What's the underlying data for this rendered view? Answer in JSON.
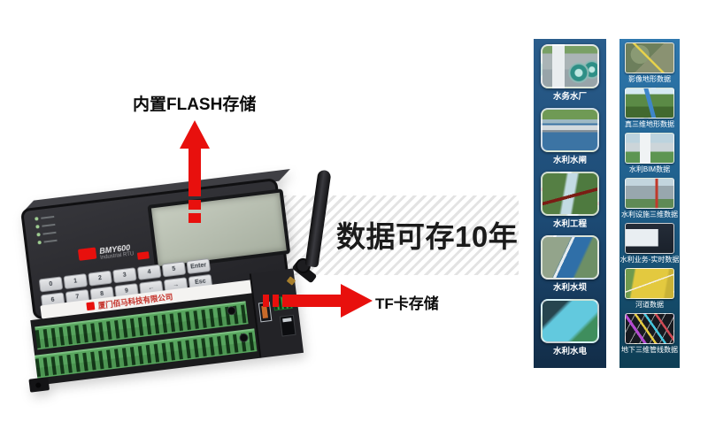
{
  "annotations": {
    "flash_label": "内置FLASH存储",
    "tf_label": "TF卡存储",
    "banner": "数据可存10年"
  },
  "device": {
    "model": "BMY600",
    "type_label": "Industrial RTU",
    "company": "厦门佰马科技有限公司",
    "keypad_row1": [
      "0",
      "1",
      "2",
      "3",
      "4",
      "5",
      "Enter"
    ],
    "keypad_row2": [
      "6",
      "7",
      "8",
      "9",
      "←",
      "→",
      "Esc"
    ]
  },
  "colors": {
    "arrow_red": "#e8100d",
    "banner_text": "#1b1b1b",
    "left_column_bg": "#1c4a74",
    "right_column_bg": "#2f78ae",
    "terminal_green": "#57a45e"
  },
  "left_column": {
    "items": [
      {
        "label": "水务水厂",
        "scene": "plant"
      },
      {
        "label": "水利水闸",
        "scene": "sluice"
      },
      {
        "label": "水利工程",
        "scene": "project"
      },
      {
        "label": "水利水坝",
        "scene": "dam"
      },
      {
        "label": "水利水电",
        "scene": "hydro"
      }
    ]
  },
  "right_column": {
    "items": [
      {
        "label": "影像地形数据",
        "scene": "sat"
      },
      {
        "label": "真三维地形数据",
        "scene": "terrain3d"
      },
      {
        "label": "水利BIM数据",
        "scene": "bim"
      },
      {
        "label": "水利设施三维数据",
        "scene": "facility"
      },
      {
        "label": "水利业务-实时数据",
        "scene": "realtime"
      },
      {
        "label": "河道数据",
        "scene": "river"
      },
      {
        "label": "地下三维管线数据",
        "scene": "pipes"
      }
    ]
  }
}
